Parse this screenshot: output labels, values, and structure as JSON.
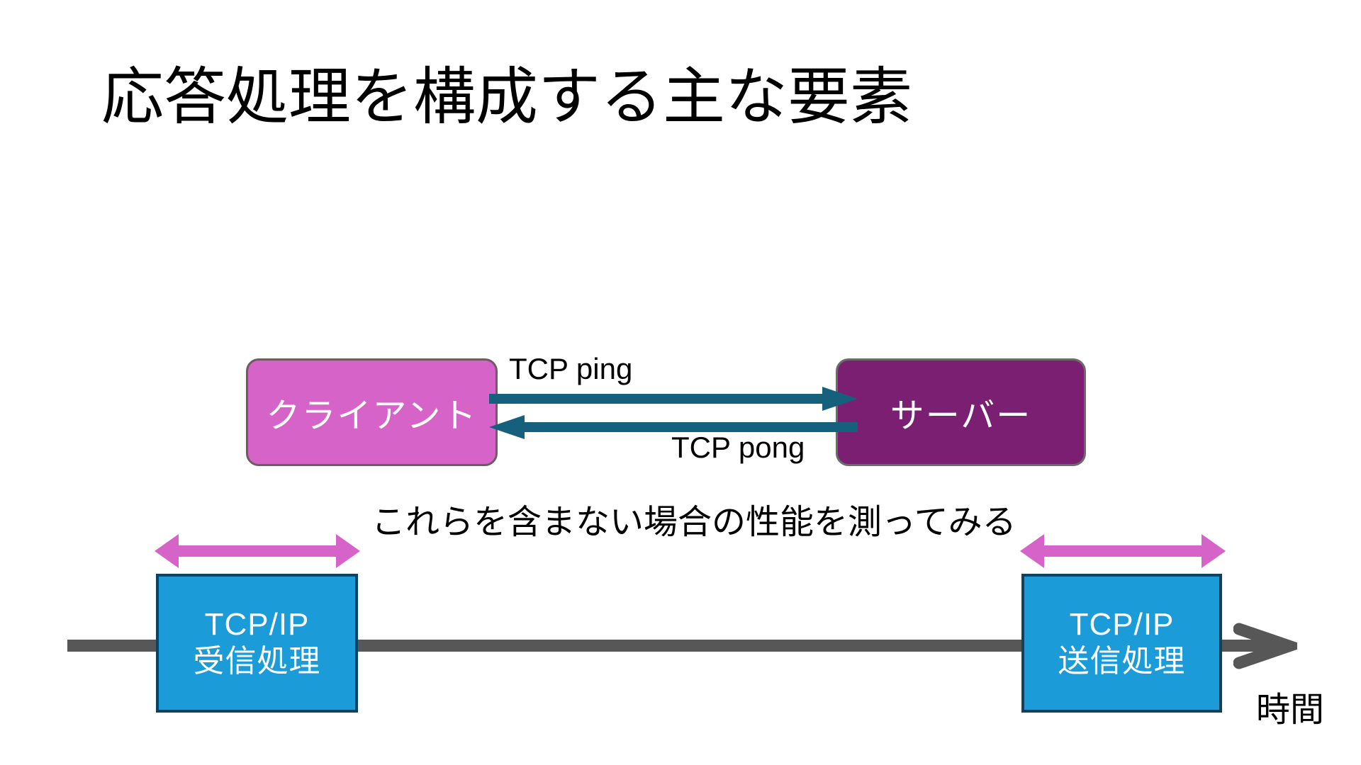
{
  "slide": {
    "title": "応答処理を構成する主な要素",
    "background_color": "#ffffff"
  },
  "sequence": {
    "client": {
      "label": "クライアント",
      "fill_color": "#d563c8",
      "border_color": "#6f5b60",
      "text_color": "#ffffff"
    },
    "server": {
      "label": "サーバー",
      "fill_color": "#7b1f72",
      "border_color": "#6b6b6b",
      "text_color": "#ffffff"
    },
    "messages": [
      {
        "label": "TCP ping",
        "direction": "client-to-server",
        "color": "#15607d",
        "label_position": "above"
      },
      {
        "label": "TCP pong",
        "direction": "server-to-client",
        "color": "#15607d",
        "label_position": "below"
      }
    ]
  },
  "caption": {
    "text": "これらを含まない場合の性能を測ってみる",
    "color": "#000000"
  },
  "timeline": {
    "axis_color": "#575757",
    "axis_label": "時間",
    "arrowhead_color": "#575757",
    "stages": [
      {
        "line1": "TCP/IP",
        "line2": "受信処理",
        "fill_color": "#1b9bd7",
        "border_color": "#10415e",
        "text_color": "#ffffff",
        "span_marker_color": "#d563c8"
      },
      {
        "line1": "TCP/IP",
        "line2": "送信処理",
        "fill_color": "#1b9bd7",
        "border_color": "#10415e",
        "text_color": "#ffffff",
        "span_marker_color": "#d563c8"
      }
    ]
  }
}
